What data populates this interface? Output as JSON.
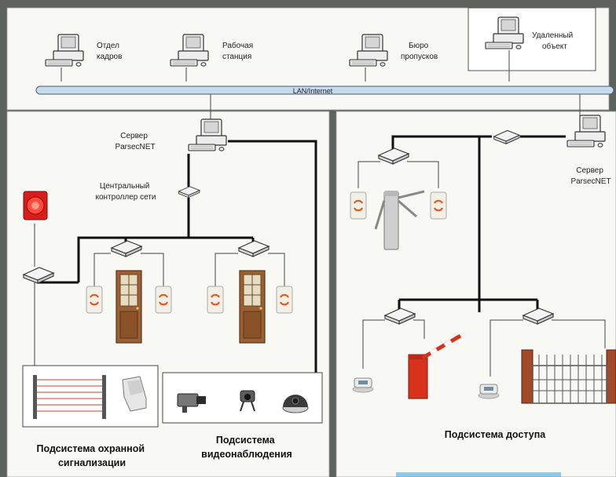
{
  "network": {
    "bus_label": "LAN/Internet",
    "workstations": [
      {
        "line1": "Отдел",
        "line2": "кадров"
      },
      {
        "line1": "Рабочая",
        "line2": "станция"
      },
      {
        "line1": "Бюро",
        "line2": "пропусков"
      },
      {
        "line1": "Удаленный",
        "line2": "объект"
      }
    ]
  },
  "left_site": {
    "server": {
      "line1": "Сервер",
      "line2": "ParsecNET"
    },
    "central_controller": {
      "line1": "Центральный",
      "line2": "контроллер сети"
    },
    "alarm_subsystem": {
      "line1": "Подсистема охранной",
      "line2": "сигнализации"
    },
    "video_subsystem": {
      "line1": "Подсистема",
      "line2": "видеонаблюдения"
    }
  },
  "right_site": {
    "server": {
      "line1": "Сервер",
      "line2": "ParsecNET"
    },
    "access_subsystem": {
      "line1": "Подсистема доступа"
    }
  },
  "colors": {
    "background": "#5e625c",
    "panel": "#f8f8f4",
    "bus": "#c4dcec",
    "reader_accent": "#e65a1e",
    "door": "#9a5f33",
    "barrier": "#d8321d",
    "siren": "#d81c1c",
    "caption_blue": "#3da0dc"
  }
}
